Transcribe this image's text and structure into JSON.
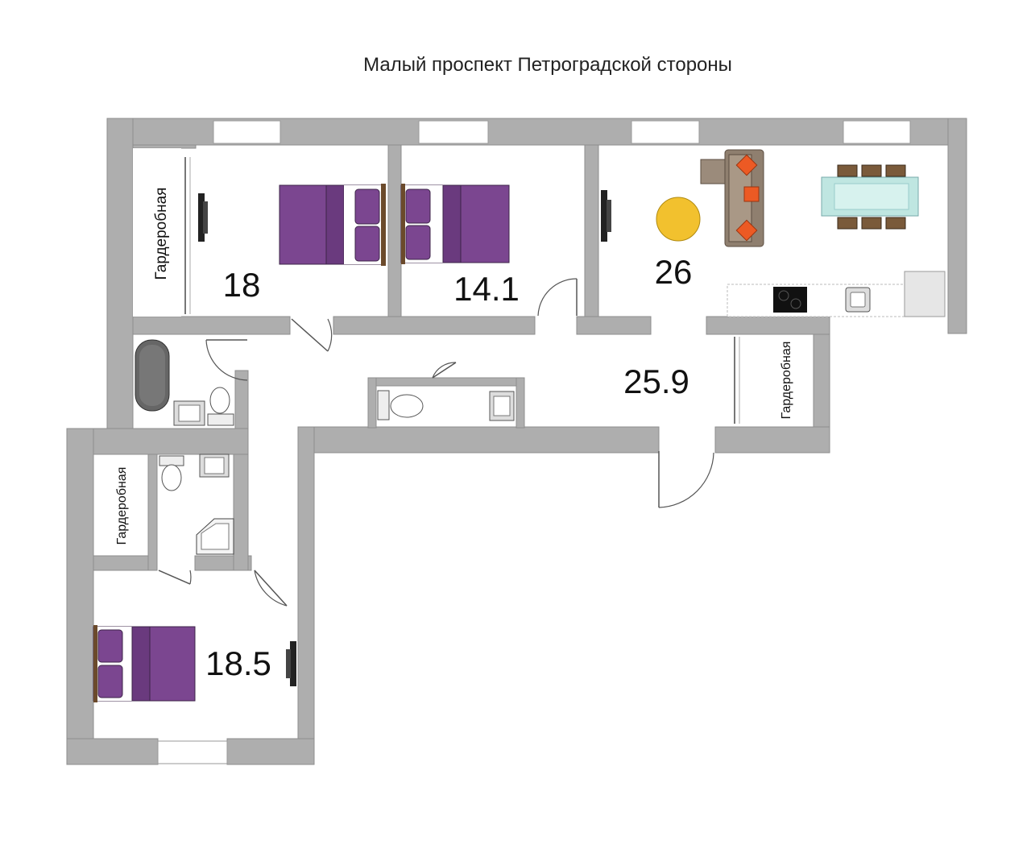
{
  "street": {
    "title": "Малый проспект Петроградской стороны"
  },
  "rooms": {
    "bedroom_1": {
      "area": "18"
    },
    "bedroom_2": {
      "area": "14.1"
    },
    "living_kitchen": {
      "area": "26"
    },
    "hallway": {
      "area": "25.9"
    },
    "bedroom_3": {
      "area": "18.5"
    }
  },
  "wardrobes": {
    "top_left": "Гардеробная",
    "hall_right": "Гардеробная",
    "bottom_left": "Гардеробная"
  },
  "colors": {
    "wall": "#aeaeae",
    "bed_purple": "#7b4690",
    "sofa": "#9b8b7b",
    "pillow_orange": "#ec5a24",
    "table_round": "#f2c12e",
    "glass_table": "#bfe6e1"
  }
}
